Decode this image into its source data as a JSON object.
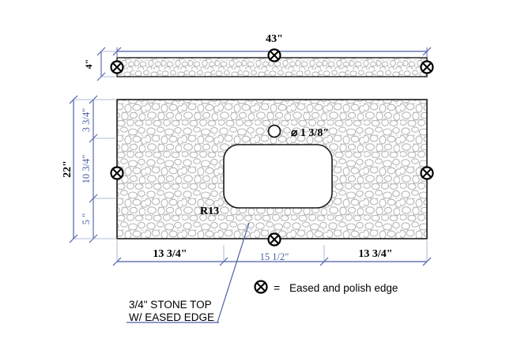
{
  "drawing": {
    "type": "cad-shop-drawing",
    "subject": "stone countertop fabrication drawing",
    "elevation_view": {
      "name": "edge elevation",
      "width_label": "43\"",
      "thickness_label": "4\"",
      "edge_marker_count": 3
    },
    "plan_view": {
      "name": "top plan view",
      "overall_height_label": "22\"",
      "vertical_segments": [
        {
          "label": "3 3/4\""
        },
        {
          "label": "10 3/4\""
        },
        {
          "label": "5 \""
        }
      ],
      "horizontal_segments": [
        {
          "label": "13 3/4\"",
          "color": "#000000"
        },
        {
          "label": "15 1/2\"",
          "color": "#4b5fa6"
        },
        {
          "label": "13 3/4\"",
          "color": "#000000"
        }
      ],
      "faucet_hole_label": "⌀ 1 3/8\"",
      "cutout_radius_label": "R13",
      "edge_marker_count": 3
    },
    "callout": {
      "line1": "3/4\" STONE TOP",
      "line2": "W/ EASED EDGE"
    },
    "legend": {
      "symbol": "eased-edge-marker",
      "equals": "=",
      "label": "Eased and polish edge"
    },
    "colors": {
      "dimension_blue": "#4b5fa6",
      "outline_black": "#1a1a1a",
      "hatch_gray": "#b8b8b8",
      "background": "#ffffff"
    }
  }
}
